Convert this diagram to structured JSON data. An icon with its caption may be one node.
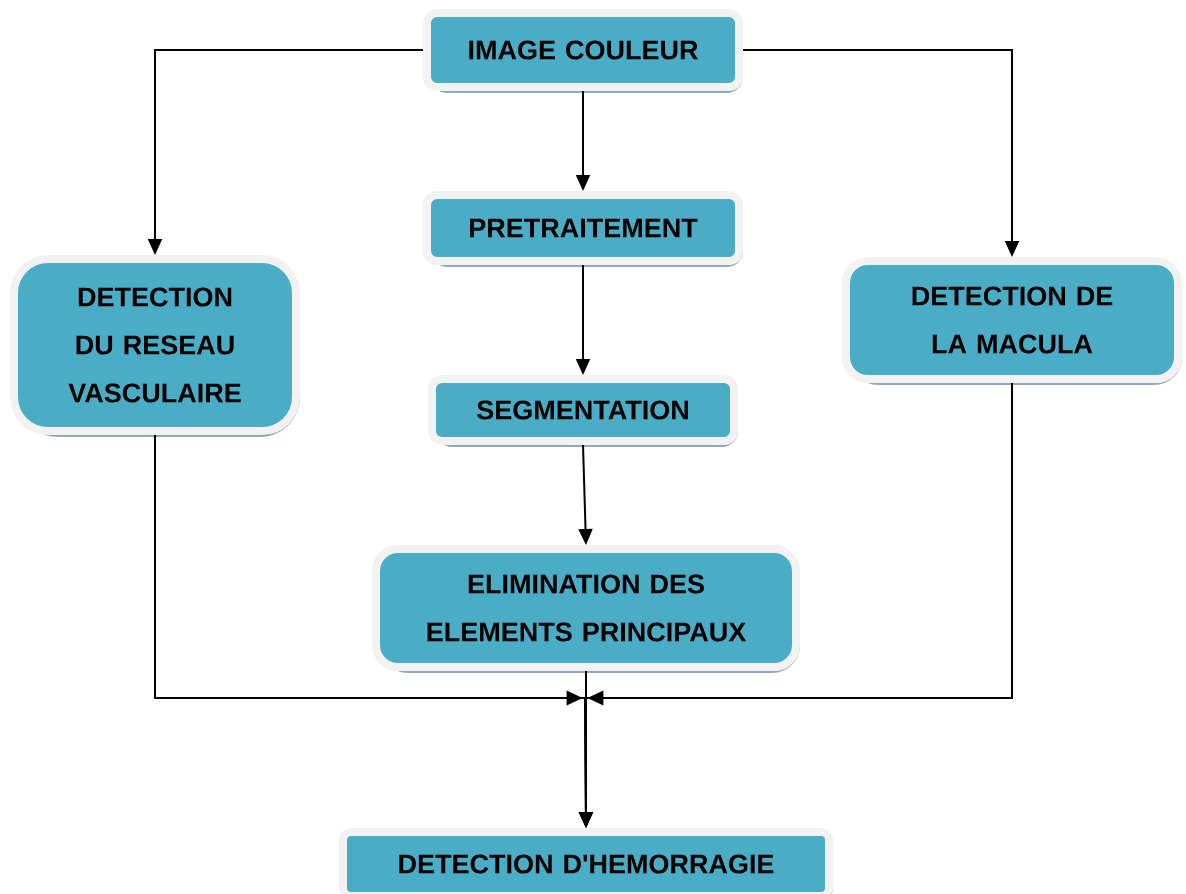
{
  "diagram": {
    "nodes": [
      {
        "text": [
          "IMAGE COULEUR"
        ]
      },
      {
        "text": [
          "PRETRAITEMENT"
        ]
      },
      {
        "text": [
          "DETECTION DU RESEAU VASCULAIRE"
        ]
      },
      {
        "text": [
          "DETECTION DE LA MACULA"
        ]
      },
      {
        "text": [
          "SEGMENTATION"
        ]
      },
      {
        "text": [
          "ELIMINATION DES ELEMENTS PRINCIPAUX"
        ]
      },
      {
        "text": [
          "DETECTION D'HEMORRAGIE"
        ]
      }
    ],
    "edges": [
      {
        "from": 0,
        "to": 1,
        "arrow": "to"
      },
      {
        "from": 0,
        "to": 2,
        "arrow": "to"
      },
      {
        "from": 0,
        "to": 3,
        "arrow": "to"
      },
      {
        "from": 1,
        "to": 4,
        "arrow": "to"
      },
      {
        "from": 4,
        "to": 5,
        "arrow": "to"
      },
      {
        "from": 5,
        "to": 6,
        "arrow": "to"
      },
      {
        "from": 2,
        "to": 6,
        "arrow": "to"
      },
      {
        "from": 3,
        "to": 6,
        "arrow": "to"
      }
    ]
  }
}
